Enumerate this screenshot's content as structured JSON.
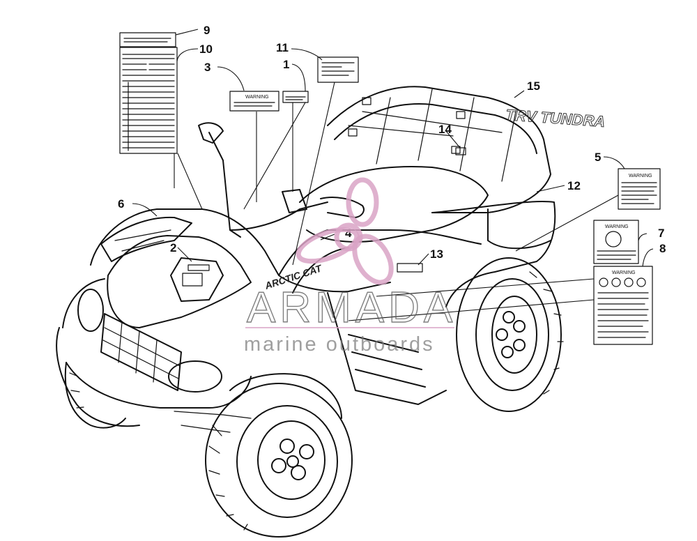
{
  "diagram": {
    "callouts": [
      "1",
      "2",
      "3",
      "4",
      "5",
      "6",
      "7",
      "8",
      "9",
      "10",
      "11",
      "12",
      "13",
      "14",
      "15"
    ],
    "decal_text": {
      "warning": "WARNING",
      "rack_decal": "TRV TUNDRA",
      "side_decal": "ARCTIC CAT"
    }
  },
  "watermark": {
    "title": "ARMADA",
    "subtitle": "marine outboards",
    "color": "#d9a3c6"
  }
}
